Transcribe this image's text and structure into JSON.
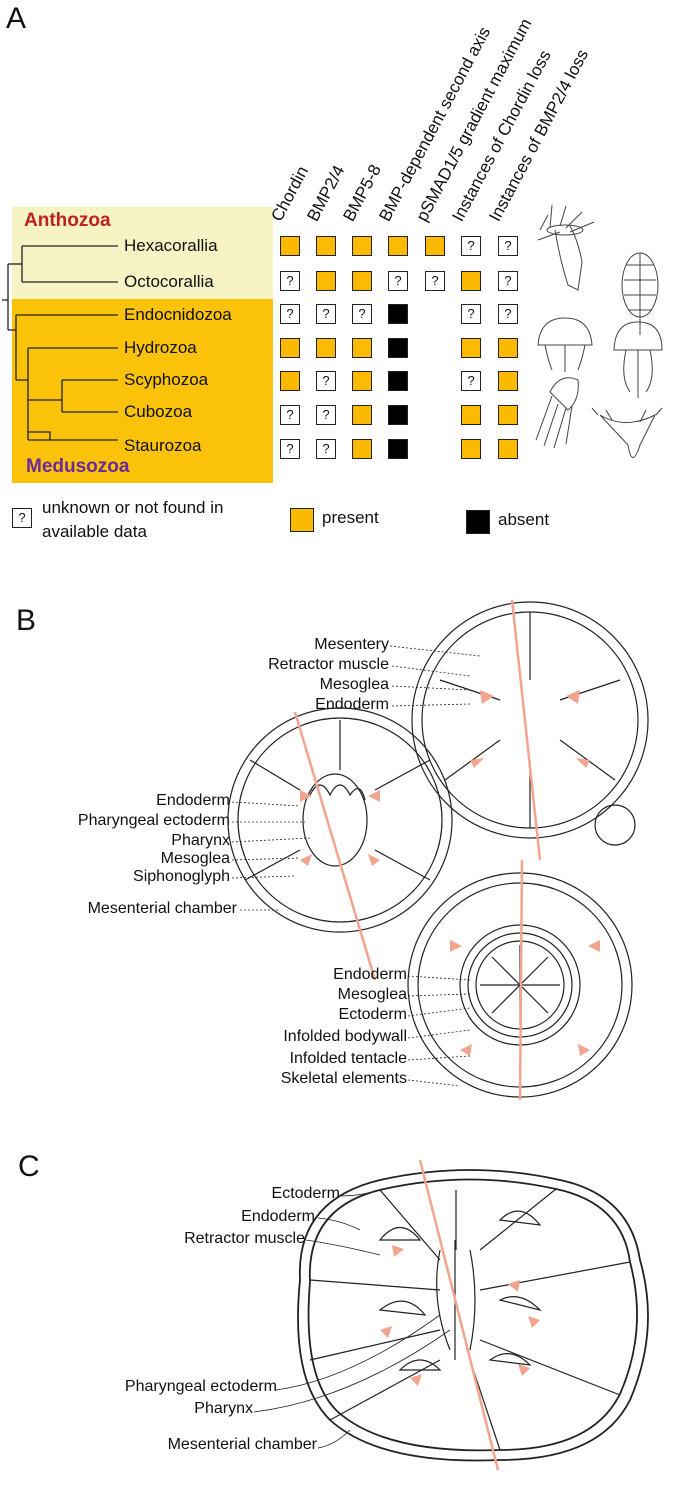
{
  "panels": {
    "a": "A",
    "b": "B",
    "c": "C"
  },
  "headers": [
    "Chordin",
    "BMP2/4",
    "BMP5-8",
    "BMP-dependent second axis",
    "pSMAD1/5 gradient maximum",
    "Instances of Chordin loss",
    "Instances of BMP2/4 loss"
  ],
  "groups": {
    "anthozoa": "Anthozoa",
    "medusozoa": "Medusozoa"
  },
  "colors": {
    "present": "#fbb900",
    "anthozoa_bg": "#f7f3c4",
    "medusozoa_bg": "#fbc20a",
    "anthozoa_text": "#c0201e",
    "medusozoa_text": "#6a2a9a",
    "axis_line": "#f2a48e"
  },
  "taxa": [
    {
      "name": "Hexacorallia",
      "cells": [
        "P",
        "P",
        "P",
        "P",
        "P",
        "U",
        "U"
      ]
    },
    {
      "name": "Octocorallia",
      "cells": [
        "U",
        "P",
        "P",
        "U",
        "U",
        "P",
        "U"
      ]
    },
    {
      "name": "Endocnidozoa",
      "cells": [
        "U",
        "U",
        "U",
        "A",
        "",
        "U",
        "U"
      ]
    },
    {
      "name": "Hydrozoa",
      "cells": [
        "P",
        "P",
        "P",
        "A",
        "",
        "P",
        "P"
      ]
    },
    {
      "name": "Scyphozoa",
      "cells": [
        "P",
        "U",
        "P",
        "A",
        "",
        "U",
        "P"
      ]
    },
    {
      "name": "Cubozoa",
      "cells": [
        "U",
        "U",
        "P",
        "A",
        "",
        "P",
        "P"
      ]
    },
    {
      "name": "Staurozoa",
      "cells": [
        "U",
        "U",
        "P",
        "A",
        "",
        "P",
        "P"
      ]
    }
  ],
  "unknown_symbol": "?",
  "legend": {
    "unknown": "unknown or not found in available data",
    "present": "present",
    "absent": "absent"
  },
  "panel_b_labels": {
    "left": [
      "Endoderm",
      "Pharyngeal ectoderm",
      "Pharynx",
      "Mesoglea",
      "Siphonoglyph",
      "Mesenterial chamber"
    ],
    "top": [
      "Mesentery",
      "Retractor muscle",
      "Mesoglea",
      "Endoderm"
    ],
    "bottom": [
      "Endoderm",
      "Mesoglea",
      "Ectoderm",
      "Infolded bodywall",
      "Infolded tentacle",
      "Skeletal elements"
    ]
  },
  "panel_c_labels": {
    "top": [
      "Ectoderm",
      "Endoderm",
      "Retractor muscle"
    ],
    "bottom": [
      "Pharyngeal ectoderm",
      "Pharynx",
      "Mesenterial chamber"
    ]
  }
}
